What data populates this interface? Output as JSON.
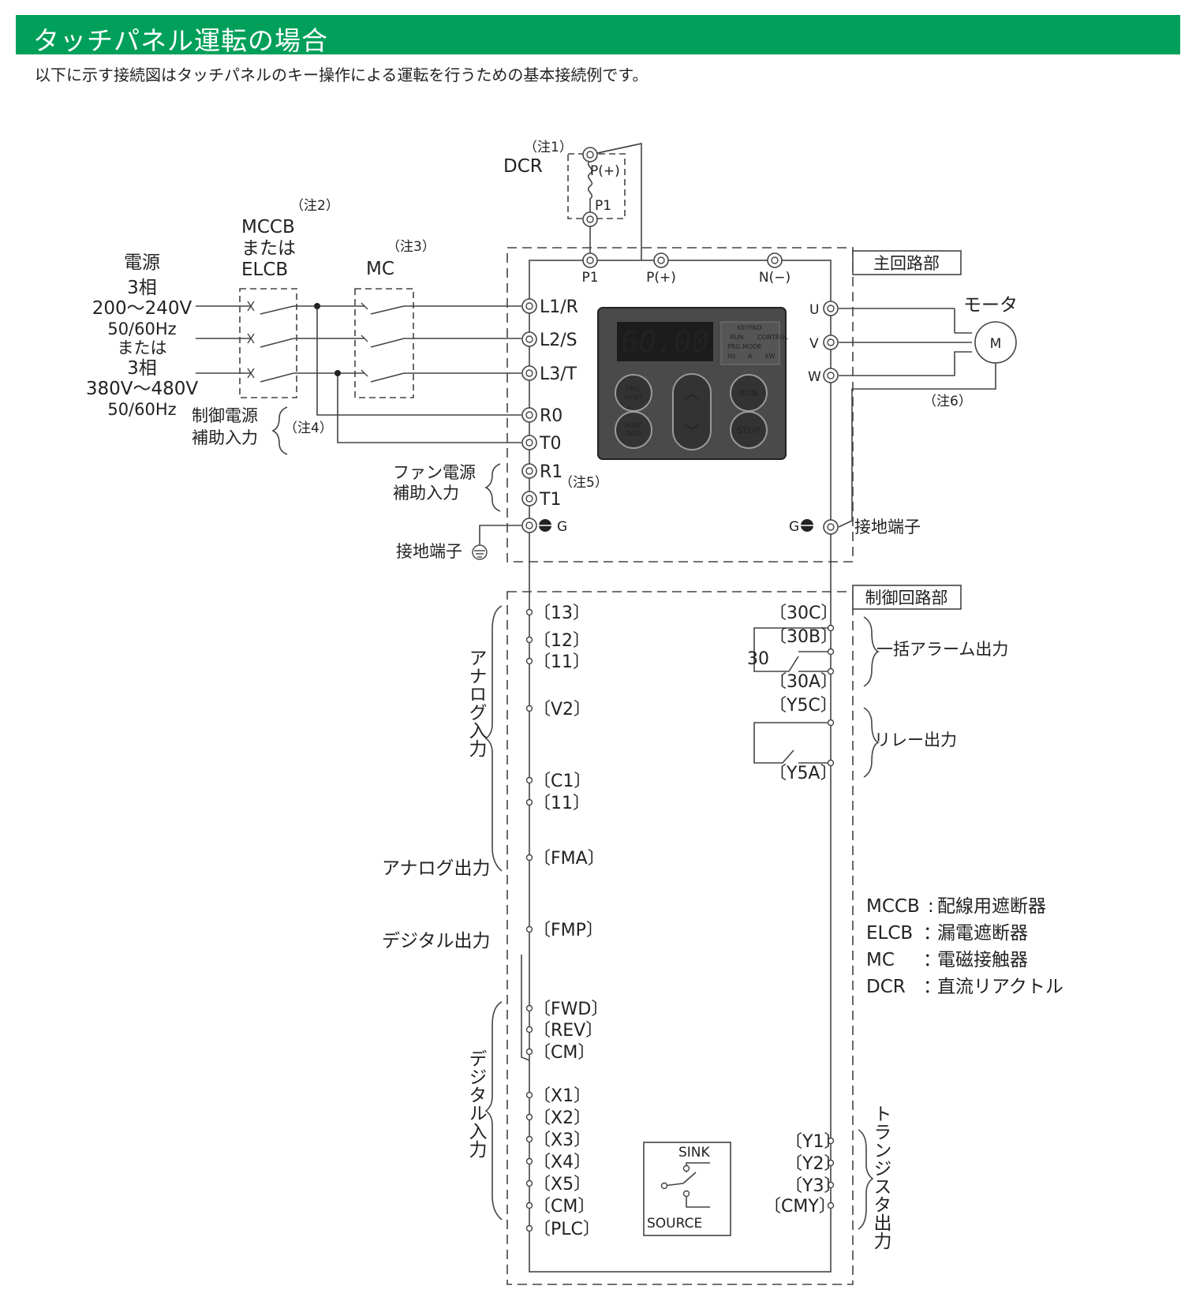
{
  "header": {
    "title": "タッチパネル運転の場合",
    "subtitle": "以下に示す接続図はタッチパネルのキー操作による運転を行うための基本接続例です。"
  },
  "colors": {
    "header_bg": "#00a05a",
    "line": "#444444",
    "keypad_bg": "#4a4a4a",
    "display_bg": "#1c1c1c"
  },
  "power": {
    "heading": "電源",
    "lines": [
      "3相",
      "200〜240V",
      "50/60Hz",
      "または",
      "3相",
      "380V〜480V",
      "50/60Hz"
    ]
  },
  "breaker": {
    "note": "（注2）",
    "lines": [
      "MCCB",
      "または",
      "ELCB"
    ]
  },
  "mc": {
    "note": "（注3）",
    "label": "MC"
  },
  "dcr": {
    "note": "（注1）",
    "label": "DCR",
    "p_plus": "P(+)",
    "p1": "P1"
  },
  "main_circuit": {
    "box_label": "主回路部",
    "top_terminals": [
      "P1",
      "P(+)",
      "N(−)"
    ],
    "left_terminals": [
      "L1/R",
      "L2/S",
      "L3/T",
      "R0",
      "T0",
      "R1",
      "T1",
      "G"
    ],
    "right_terminals": [
      "U",
      "V",
      "W",
      "G"
    ],
    "control_aux": {
      "lines": [
        "制御電源",
        "補助入力"
      ],
      "note": "（注4）"
    },
    "fan_aux": {
      "lines": [
        "ファン電源",
        "補助入力"
      ],
      "note": "（注5）"
    },
    "ground_left": "接地端子",
    "ground_right": "接地端子",
    "motor": {
      "label": "モータ",
      "symbol": "M",
      "note": "（注6）"
    }
  },
  "keypad": {
    "display": "60.00",
    "indicators": [
      "KEYPAD",
      "CONTROL",
      "RUN",
      "PRG.MODE",
      "Hz",
      "A",
      "kW"
    ],
    "buttons": {
      "prg": "PRG",
      "reset": "RESET",
      "func": "FUNC",
      "data": "DATA",
      "up": "︿",
      "down": "﹀",
      "run": "RUN",
      "stop": "STOP"
    }
  },
  "control_circuit": {
    "box_label": "制御回路部",
    "analog_input_label": "アナログ入力",
    "analog_input_terminals": [
      "13",
      "12",
      "11",
      "V2",
      "C1",
      "11"
    ],
    "analog_output_label": "アナログ出力",
    "analog_output_terminal": "FMA",
    "digital_output_label": "デジタル出力",
    "digital_output_terminal": "FMP",
    "digital_input_label": "デジタル入力",
    "digital_input_terminals": [
      "FWD",
      "REV",
      "CM",
      "X1",
      "X2",
      "X3",
      "X4",
      "X5",
      "CM",
      "PLC"
    ],
    "alarm": {
      "label": "一括アラーム出力",
      "terminals": [
        "30C",
        "30B",
        "30A"
      ],
      "contact": "30"
    },
    "relay": {
      "label": "リレー出力",
      "terminals": [
        "Y5C",
        "Y5A"
      ]
    },
    "transistor": {
      "label": "トランジスタ出力",
      "terminals": [
        "Y1",
        "Y2",
        "Y3",
        "CMY"
      ]
    },
    "switch": {
      "sink": "SINK",
      "source": "SOURCE"
    }
  },
  "legend": [
    {
      "abbr": "MCCB",
      "sep": ":",
      "desc": "配線用遮断器"
    },
    {
      "abbr": "ELCB",
      "sep": "：",
      "desc": "漏電遮断器"
    },
    {
      "abbr": "MC",
      "sep": "：",
      "desc": "電磁接触器"
    },
    {
      "abbr": "DCR",
      "sep": "：",
      "desc": "直流リアクトル"
    }
  ]
}
